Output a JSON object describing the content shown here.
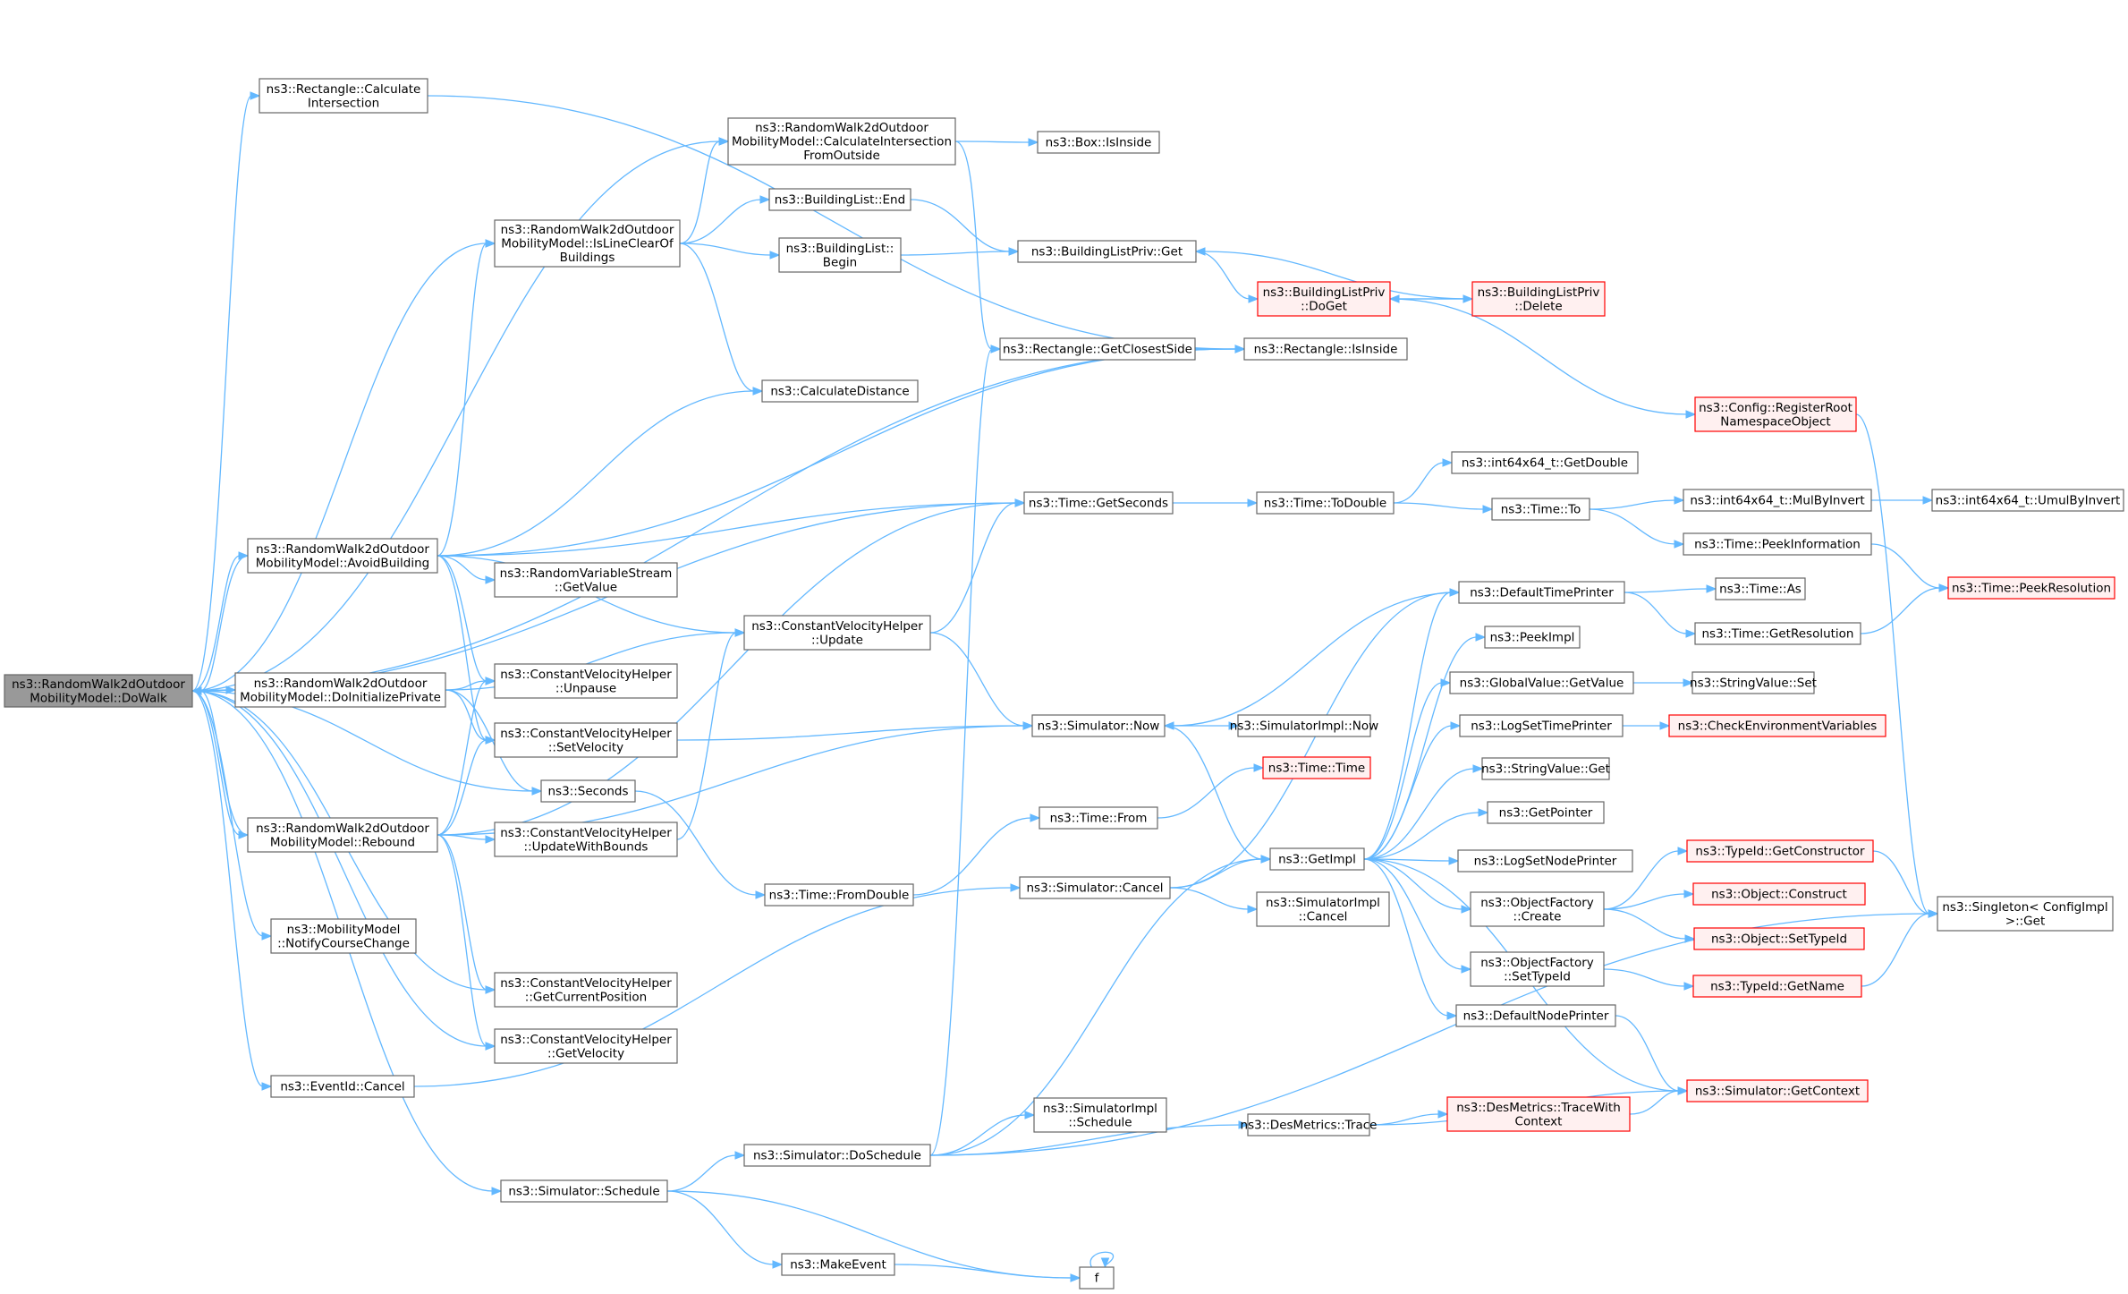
{
  "nodes": [
    {
      "id": "DoWalk",
      "lines": [
        "ns3::RandomWalk2dOutdoor",
        "MobilityModel::DoWalk"
      ],
      "style": "root"
    },
    {
      "id": "RectCalc",
      "lines": [
        "ns3::Rectangle::Calculate",
        "Intersection"
      ]
    },
    {
      "id": "CalcFromOutside",
      "lines": [
        "ns3::RandomWalk2dOutdoor",
        "MobilityModel::CalculateIntersection",
        "FromOutside"
      ]
    },
    {
      "id": "BoxIsInside",
      "lines": [
        "ns3::Box::IsInside"
      ]
    },
    {
      "id": "IsLineClear",
      "lines": [
        "ns3::RandomWalk2dOutdoor",
        "MobilityModel::IsLineClearOf",
        "Buildings"
      ]
    },
    {
      "id": "BLEnd",
      "lines": [
        "ns3::BuildingList::End"
      ]
    },
    {
      "id": "BLBegin",
      "lines": [
        "ns3::BuildingList::",
        "Begin"
      ]
    },
    {
      "id": "BLPrivGet",
      "lines": [
        "ns3::BuildingListPriv::Get"
      ]
    },
    {
      "id": "BLPrivDoGet",
      "lines": [
        "ns3::BuildingListPriv",
        "::DoGet"
      ],
      "style": "red"
    },
    {
      "id": "BLPrivDelete",
      "lines": [
        "ns3::BuildingListPriv",
        "::Delete"
      ],
      "style": "red"
    },
    {
      "id": "RectClosest",
      "lines": [
        "ns3::Rectangle::GetClosestSide"
      ]
    },
    {
      "id": "RectIsInside",
      "lines": [
        "ns3::Rectangle::IsInside"
      ]
    },
    {
      "id": "CalcDistance",
      "lines": [
        "ns3::CalculateDistance"
      ]
    },
    {
      "id": "RegisterRoot",
      "lines": [
        "ns3::Config::RegisterRoot",
        "NamespaceObject"
      ],
      "style": "red"
    },
    {
      "id": "I64GetDouble",
      "lines": [
        "ns3::int64x64_t::GetDouble"
      ]
    },
    {
      "id": "GetSeconds",
      "lines": [
        "ns3::Time::GetSeconds"
      ]
    },
    {
      "id": "ToDouble",
      "lines": [
        "ns3::Time::ToDouble"
      ]
    },
    {
      "id": "TimeTo",
      "lines": [
        "ns3::Time::To"
      ]
    },
    {
      "id": "MulByInvert",
      "lines": [
        "ns3::int64x64_t::MulByInvert"
      ]
    },
    {
      "id": "UmulByInvert",
      "lines": [
        "ns3::int64x64_t::UmulByInvert"
      ]
    },
    {
      "id": "AvoidBuilding",
      "lines": [
        "ns3::RandomWalk2dOutdoor",
        "MobilityModel::AvoidBuilding"
      ]
    },
    {
      "id": "RVSGetValue",
      "lines": [
        "ns3::RandomVariableStream",
        "::GetValue"
      ]
    },
    {
      "id": "PeekInfo",
      "lines": [
        "ns3::Time::PeekInformation"
      ]
    },
    {
      "id": "PeekRes",
      "lines": [
        "ns3::Time::PeekResolution"
      ],
      "style": "red"
    },
    {
      "id": "DefTimePrinter",
      "lines": [
        "ns3::DefaultTimePrinter"
      ]
    },
    {
      "id": "TimeAs",
      "lines": [
        "ns3::Time::As"
      ]
    },
    {
      "id": "CVHUpdate",
      "lines": [
        "ns3::ConstantVelocityHelper",
        "::Update"
      ]
    },
    {
      "id": "GetResolution",
      "lines": [
        "ns3::Time::GetResolution"
      ]
    },
    {
      "id": "PeekImpl",
      "lines": [
        "ns3::PeekImpl"
      ]
    },
    {
      "id": "DoInitPriv",
      "lines": [
        "ns3::RandomWalk2dOutdoor",
        "MobilityModel::DoInitializePrivate"
      ]
    },
    {
      "id": "CVHUnpause",
      "lines": [
        "ns3::ConstantVelocityHelper",
        "::Unpause"
      ]
    },
    {
      "id": "GVGetValue",
      "lines": [
        "ns3::GlobalValue::GetValue"
      ]
    },
    {
      "id": "SVSet",
      "lines": [
        "ns3::StringValue::Set"
      ]
    },
    {
      "id": "SimNow",
      "lines": [
        "ns3::Simulator::Now"
      ]
    },
    {
      "id": "SimImplNow",
      "lines": [
        "ns3::SimulatorImpl::Now"
      ]
    },
    {
      "id": "LogSetTime",
      "lines": [
        "ns3::LogSetTimePrinter"
      ]
    },
    {
      "id": "CheckEnv",
      "lines": [
        "ns3::CheckEnvironmentVariables"
      ],
      "style": "red"
    },
    {
      "id": "CVHSetVel",
      "lines": [
        "ns3::ConstantVelocityHelper",
        "::SetVelocity"
      ]
    },
    {
      "id": "TimeTime",
      "lines": [
        "ns3::Time::Time"
      ],
      "style": "red"
    },
    {
      "id": "SVGet",
      "lines": [
        "ns3::StringValue::Get"
      ]
    },
    {
      "id": "Seconds",
      "lines": [
        "ns3::Seconds"
      ]
    },
    {
      "id": "GetPointer",
      "lines": [
        "ns3::GetPointer"
      ]
    },
    {
      "id": "Rebound",
      "lines": [
        "ns3::RandomWalk2dOutdoor",
        "MobilityModel::Rebound"
      ]
    },
    {
      "id": "TimeFrom",
      "lines": [
        "ns3::Time::From"
      ]
    },
    {
      "id": "CVHUpdWB",
      "lines": [
        "ns3::ConstantVelocityHelper",
        "::UpdateWithBounds"
      ]
    },
    {
      "id": "GetImpl",
      "lines": [
        "ns3::GetImpl"
      ]
    },
    {
      "id": "LogSetNode",
      "lines": [
        "ns3::LogSetNodePrinter"
      ]
    },
    {
      "id": "TIDGetCtor",
      "lines": [
        "ns3::TypeId::GetConstructor"
      ],
      "style": "red"
    },
    {
      "id": "SimCancel",
      "lines": [
        "ns3::Simulator::Cancel"
      ]
    },
    {
      "id": "TimeFromDouble",
      "lines": [
        "ns3::Time::FromDouble"
      ]
    },
    {
      "id": "OFCreate",
      "lines": [
        "ns3::ObjectFactory",
        "::Create"
      ]
    },
    {
      "id": "ObjConstruct",
      "lines": [
        "ns3::Object::Construct"
      ],
      "style": "red"
    },
    {
      "id": "SingletonGet",
      "lines": [
        "ns3::Singleton< ConfigImpl",
        ">::Get"
      ]
    },
    {
      "id": "SimImplCancel",
      "lines": [
        "ns3::SimulatorImpl",
        "::Cancel"
      ]
    },
    {
      "id": "NotifyCC",
      "lines": [
        "ns3::MobilityModel",
        "::NotifyCourseChange"
      ]
    },
    {
      "id": "ObjSetTypeId",
      "lines": [
        "ns3::Object::SetTypeId"
      ],
      "style": "red"
    },
    {
      "id": "OFSetTypeId",
      "lines": [
        "ns3::ObjectFactory",
        "::SetTypeId"
      ]
    },
    {
      "id": "TIDGetName",
      "lines": [
        "ns3::TypeId::GetName"
      ],
      "style": "red"
    },
    {
      "id": "CVHGetPos",
      "lines": [
        "ns3::ConstantVelocityHelper",
        "::GetCurrentPosition"
      ]
    },
    {
      "id": "DefNodePrinter",
      "lines": [
        "ns3::DefaultNodePrinter"
      ]
    },
    {
      "id": "CVHGetVel",
      "lines": [
        "ns3::ConstantVelocityHelper",
        "::GetVelocity"
      ]
    },
    {
      "id": "EventCancel",
      "lines": [
        "ns3::EventId::Cancel"
      ]
    },
    {
      "id": "SimGetContext",
      "lines": [
        "ns3::Simulator::GetContext"
      ],
      "style": "red"
    },
    {
      "id": "DesTraceWC",
      "lines": [
        "ns3::DesMetrics::TraceWith",
        "Context"
      ],
      "style": "red"
    },
    {
      "id": "SimImplSched",
      "lines": [
        "ns3::SimulatorImpl",
        "::Schedule"
      ]
    },
    {
      "id": "DesTrace",
      "lines": [
        "ns3::DesMetrics::Trace"
      ]
    },
    {
      "id": "SimDoSchedule",
      "lines": [
        "ns3::Simulator::DoSchedule"
      ]
    },
    {
      "id": "SimSchedule",
      "lines": [
        "ns3::Simulator::Schedule"
      ]
    },
    {
      "id": "MakeEvent",
      "lines": [
        "ns3::MakeEvent"
      ]
    },
    {
      "id": "f",
      "lines": [
        "f"
      ]
    }
  ],
  "edges": [
    [
      "DoWalk",
      "RectCalc"
    ],
    [
      "DoWalk",
      "CalcFromOutside"
    ],
    [
      "DoWalk",
      "IsLineClear"
    ],
    [
      "DoWalk",
      "RectIsInside"
    ],
    [
      "DoWalk",
      "GetSeconds"
    ],
    [
      "DoWalk",
      "AvoidBuilding"
    ],
    [
      "DoWalk",
      "DoInitPriv"
    ],
    [
      "DoWalk",
      "Seconds"
    ],
    [
      "DoWalk",
      "Rebound"
    ],
    [
      "DoWalk",
      "NotifyCC"
    ],
    [
      "DoWalk",
      "CVHGetPos"
    ],
    [
      "DoWalk",
      "CVHGetVel"
    ],
    [
      "DoWalk",
      "EventCancel"
    ],
    [
      "DoWalk",
      "SimSchedule"
    ],
    [
      "RectCalc",
      "RectIsInside"
    ],
    [
      "CalcFromOutside",
      "BoxIsInside"
    ],
    [
      "CalcFromOutside",
      "RectClosest"
    ],
    [
      "IsLineClear",
      "CalcFromOutside"
    ],
    [
      "IsLineClear",
      "BLEnd"
    ],
    [
      "IsLineClear",
      "BLBegin"
    ],
    [
      "IsLineClear",
      "CalcDistance"
    ],
    [
      "BLEnd",
      "BLPrivGet"
    ],
    [
      "BLBegin",
      "BLPrivGet"
    ],
    [
      "BLPrivGet",
      "BLPrivDoGet"
    ],
    [
      "BLPrivDoGet",
      "BLPrivDelete"
    ],
    [
      "BLPrivDoGet",
      "RegisterRoot"
    ],
    [
      "BLPrivDelete",
      "BLPrivGet"
    ],
    [
      "BLPrivDelete",
      "BLPrivDoGet"
    ],
    [
      "RectClosest",
      "RectIsInside"
    ],
    [
      "RegisterRoot",
      "SingletonGet"
    ],
    [
      "GetSeconds",
      "ToDouble"
    ],
    [
      "ToDouble",
      "I64GetDouble"
    ],
    [
      "ToDouble",
      "TimeTo"
    ],
    [
      "TimeTo",
      "MulByInvert"
    ],
    [
      "TimeTo",
      "PeekInfo"
    ],
    [
      "MulByInvert",
      "UmulByInvert"
    ],
    [
      "PeekInfo",
      "PeekRes"
    ],
    [
      "AvoidBuilding",
      "DoWalk"
    ],
    [
      "AvoidBuilding",
      "IsLineClear"
    ],
    [
      "AvoidBuilding",
      "CalcDistance"
    ],
    [
      "AvoidBuilding",
      "RectIsInside"
    ],
    [
      "AvoidBuilding",
      "GetSeconds"
    ],
    [
      "AvoidBuilding",
      "RVSGetValue"
    ],
    [
      "AvoidBuilding",
      "CVHUpdate"
    ],
    [
      "AvoidBuilding",
      "CVHUnpause"
    ],
    [
      "AvoidBuilding",
      "CVHSetVel"
    ],
    [
      "CVHUpdate",
      "GetSeconds"
    ],
    [
      "CVHUpdate",
      "SimNow"
    ],
    [
      "DoInitPriv",
      "DoWalk"
    ],
    [
      "DoInitPriv",
      "CVHUpdate"
    ],
    [
      "DoInitPriv",
      "CVHUnpause"
    ],
    [
      "DoInitPriv",
      "CVHSetVel"
    ],
    [
      "DoInitPriv",
      "Seconds"
    ],
    [
      "CVHSetVel",
      "SimNow"
    ],
    [
      "Seconds",
      "TimeFromDouble"
    ],
    [
      "TimeFromDouble",
      "TimeFrom"
    ],
    [
      "TimeFrom",
      "TimeTime"
    ],
    [
      "SimNow",
      "SimImplNow"
    ],
    [
      "SimNow",
      "GetImpl"
    ],
    [
      "DefTimePrinter",
      "TimeAs"
    ],
    [
      "DefTimePrinter",
      "GetResolution"
    ],
    [
      "DefTimePrinter",
      "SimNow"
    ],
    [
      "GetResolution",
      "PeekRes"
    ],
    [
      "GVGetValue",
      "SVSet"
    ],
    [
      "LogSetTime",
      "CheckEnv"
    ],
    [
      "GetImpl",
      "DefTimePrinter"
    ],
    [
      "GetImpl",
      "PeekImpl"
    ],
    [
      "GetImpl",
      "GVGetValue"
    ],
    [
      "GetImpl",
      "LogSetTime"
    ],
    [
      "GetImpl",
      "SVGet"
    ],
    [
      "GetImpl",
      "GetPointer"
    ],
    [
      "GetImpl",
      "LogSetNode"
    ],
    [
      "GetImpl",
      "OFCreate"
    ],
    [
      "GetImpl",
      "OFSetTypeId"
    ],
    [
      "GetImpl",
      "DefNodePrinter"
    ],
    [
      "GetImpl",
      "SimGetContext"
    ],
    [
      "OFCreate",
      "TIDGetCtor"
    ],
    [
      "OFCreate",
      "ObjConstruct"
    ],
    [
      "OFCreate",
      "ObjSetTypeId"
    ],
    [
      "OFSetTypeId",
      "TIDGetName"
    ],
    [
      "TIDGetCtor",
      "SingletonGet"
    ],
    [
      "TIDGetName",
      "SingletonGet"
    ],
    [
      "DefNodePrinter",
      "SimGetContext"
    ],
    [
      "Rebound",
      "DoWalk"
    ],
    [
      "Rebound",
      "CVHUpdWB"
    ],
    [
      "Rebound",
      "CVHGetPos"
    ],
    [
      "Rebound",
      "CVHGetVel"
    ],
    [
      "Rebound",
      "CVHSetVel"
    ],
    [
      "Rebound",
      "CVHUnpause"
    ],
    [
      "Rebound",
      "GetSeconds"
    ],
    [
      "Rebound",
      "SimNow"
    ],
    [
      "CVHUpdWB",
      "CVHUpdate"
    ],
    [
      "EventCancel",
      "SimCancel"
    ],
    [
      "SimCancel",
      "GetImpl"
    ],
    [
      "SimCancel",
      "SimImplCancel"
    ],
    [
      "SimCancel",
      "DefTimePrinter"
    ],
    [
      "SimSchedule",
      "SimDoSchedule"
    ],
    [
      "SimSchedule",
      "MakeEvent"
    ],
    [
      "SimSchedule",
      "f"
    ],
    [
      "SimDoSchedule",
      "RectClosest"
    ],
    [
      "SimDoSchedule",
      "SimImplSched"
    ],
    [
      "SimDoSchedule",
      "DesTrace"
    ],
    [
      "SimDoSchedule",
      "GetImpl"
    ],
    [
      "SimDoSchedule",
      "SingletonGet"
    ],
    [
      "DesTrace",
      "DesTraceWC"
    ],
    [
      "DesTrace",
      "SimGetContext"
    ],
    [
      "DesTraceWC",
      "SimGetContext"
    ],
    [
      "MakeEvent",
      "f"
    ],
    [
      "f",
      "f"
    ]
  ]
}
